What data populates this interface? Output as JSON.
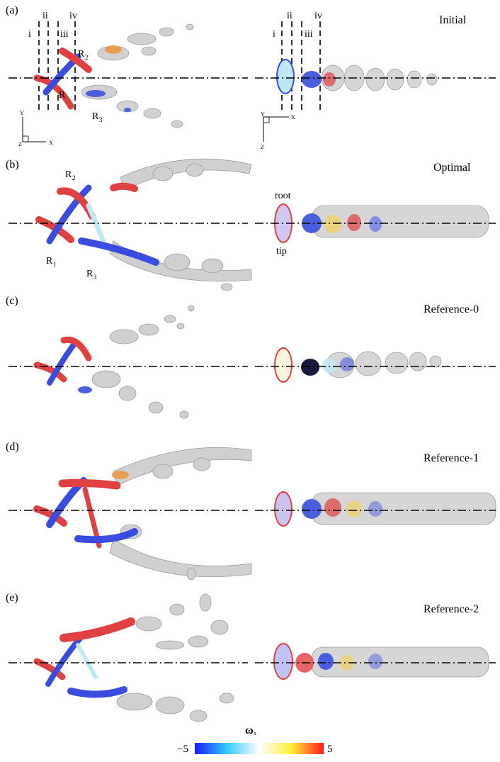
{
  "panels": [
    {
      "label": "(a)",
      "title": "Initial",
      "annotations": {
        "lines": [
          "i",
          "ii",
          "iii",
          "iv"
        ],
        "rings": [
          "R",
          "R",
          "R"
        ],
        "ring_subs": [
          "",
          "2",
          "3"
        ]
      },
      "axes_left": {
        "y": "Y",
        "x": "X",
        "z": "Z"
      },
      "axes_right": {
        "y": "Y",
        "x": "X",
        "z": "Z"
      }
    },
    {
      "label": "(b)",
      "title": "Optimal",
      "annotations": {
        "rings": [
          "R",
          "R",
          "R"
        ],
        "ring_subs": [
          "1",
          "2",
          "3"
        ],
        "root": "root",
        "tip": "tip"
      }
    },
    {
      "label": "(c)",
      "title": "Reference-0"
    },
    {
      "label": "(d)",
      "title": "Reference-1"
    },
    {
      "label": "(e)",
      "title": "Reference-2"
    }
  ],
  "colorbar": {
    "symbol": "ω",
    "subscript": "x",
    "min_label": "−5",
    "max_label": "5",
    "colors": [
      "#1a1aff",
      "#33ccff",
      "#ffffff",
      "#ffee33",
      "#ff1a1a"
    ]
  }
}
